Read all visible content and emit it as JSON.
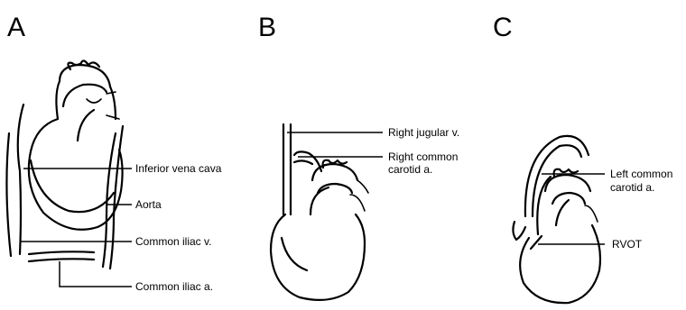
{
  "panels": [
    {
      "letter": "A",
      "labels": {
        "inferior_vena_cava": "Inferior vena cava",
        "aorta": "Aorta",
        "common_iliac_v": "Common iliac v.",
        "common_iliac_a": "Common iliac a."
      }
    },
    {
      "letter": "B",
      "labels": {
        "right_jugular_v": "Right jugular v.",
        "right_common_carotid_line1": "Right common",
        "right_common_carotid_line2": "carotid a."
      }
    },
    {
      "letter": "C",
      "labels": {
        "left_common_carotid_line1": "Left common",
        "left_common_carotid_line2": "carotid a.",
        "rvot": "RVOT"
      }
    }
  ]
}
